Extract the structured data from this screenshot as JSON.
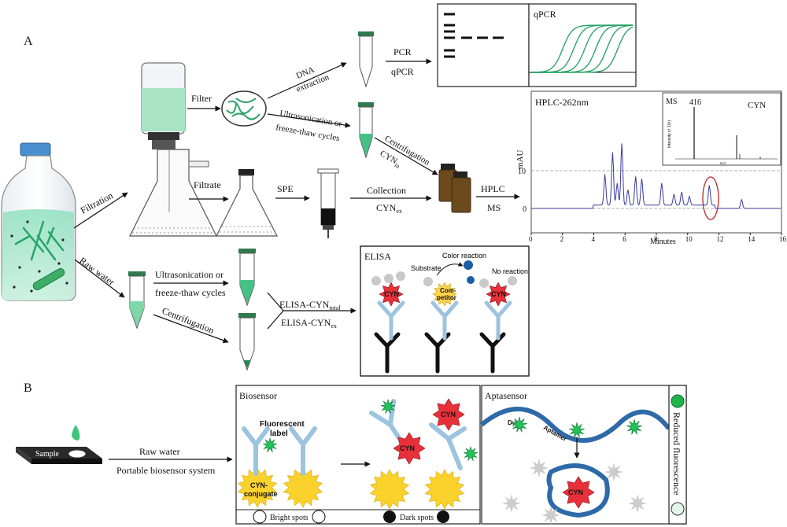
{
  "panel_a": {
    "label": "A",
    "filtration": "Filtration",
    "raw_water": "Raw water",
    "filter": "Filter",
    "filtrate": "Filtrate",
    "spe": "SPE",
    "dna_extraction_1": "DNA",
    "dna_extraction_2": "extraction",
    "pcr": "PCR",
    "qpcr": "qPCR",
    "qpcr_title": "qPCR",
    "ultra1_a": "Ultrasonication or",
    "ultra1_b": "freeze-thaw cycles",
    "centrifugation": "Centrifugation",
    "cyn": "CYN",
    "in_sub": "in",
    "ex_sub": "ex",
    "total_sub": "total",
    "collection": "Collection",
    "hplc": "HPLC",
    "ms": "MS",
    "ultra2_a": "Ultrasonication or",
    "ultra2_b": "freeze-thaw cycles",
    "centrifugation2": "Centrifugation",
    "elisa_cyn": "ELISA-CYN",
    "elisa": {
      "title": "ELISA",
      "substrate": "Substrate",
      "color_reaction": "Color reaction",
      "no_reaction": "No reaction",
      "cyn": "CYN",
      "competitor_1": "Com-",
      "competitor_2": "petitor"
    },
    "hplc_chart": {
      "title": "HPLC-262nm",
      "ylabel": "mAU",
      "xlabel": "Minutes",
      "yticks": [
        "10",
        "0"
      ],
      "xticks": [
        "0",
        "2",
        "4",
        "6",
        "8",
        "10",
        "12",
        "14",
        "16"
      ],
      "inset_ms": "MS",
      "inset_peak": "416",
      "inset_cyn": "CYN",
      "inset_ylabel": "Intensity (× 10⁶)",
      "inset_xlabel": "m/z"
    }
  },
  "panel_b": {
    "label": "B",
    "sample": "Sample",
    "raw_water": "Raw water",
    "portable": "Portable biosensor system",
    "biosensor": {
      "title": "Biosensor",
      "fluor_1": "Fluorescent",
      "fluor_2": "label",
      "conj_1": "CYN-",
      "conj_2": "conjugate",
      "cyn": "CYN",
      "bright": "Bright spots",
      "dark": "Dark spots"
    },
    "aptasensor": {
      "title": "Aptasensor",
      "dye": "Dye",
      "aptamer": "Aptamer",
      "cyn": "CYN",
      "reduced": "Reduced fluorescence"
    }
  }
}
